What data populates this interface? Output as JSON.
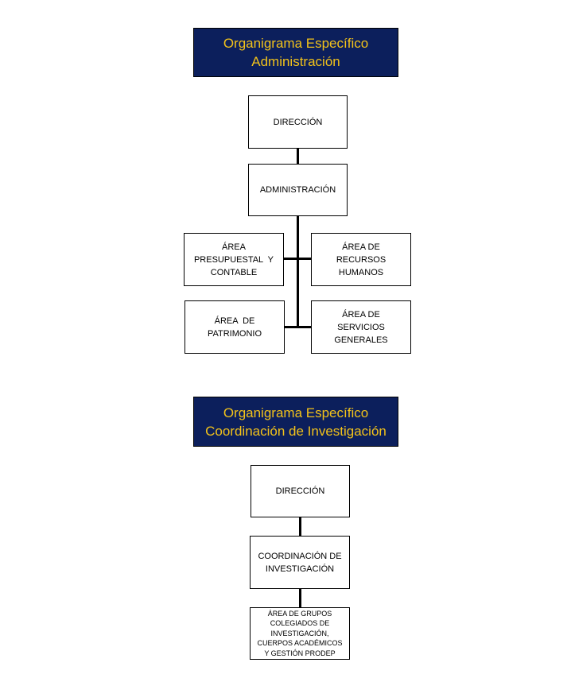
{
  "chart1": {
    "title_line1": "Organigrama Específico",
    "title_line2": "Administración",
    "direccion": "DIRECCIÓN",
    "administracion": "ADMINISTRACIÓN",
    "area_presupuestal": [
      "ÁREA",
      "PRESUPUESTAL  Y",
      "CONTABLE"
    ],
    "area_recursos_humanos": [
      "ÁREA DE",
      "RECURSOS",
      "HUMANOS"
    ],
    "area_patrimonio": [
      "ÁREA  DE",
      "PATRIMONIO"
    ],
    "area_servicios_generales": [
      "ÁREA DE",
      "SERVICIOS",
      "GENERALES"
    ]
  },
  "chart2": {
    "title_line1": "Organigrama Específico",
    "title_line2": "Coordinación de Investigación",
    "direccion": "DIRECCIÓN",
    "coordinacion": [
      "COORDINACIÓN DE",
      "INVESTIGACIÓN"
    ],
    "area_grupos": [
      "ÁREA DE GRUPOS",
      "COLEGIADOS DE",
      "INVESTIGACIÓN,",
      "CUERPOS ACADÉMICOS",
      "Y GESTIÓN PRODEP"
    ]
  },
  "colors": {
    "banner_bg": "#0c1f5c",
    "banner_text": "#f2c21a",
    "box_border": "#000000"
  }
}
